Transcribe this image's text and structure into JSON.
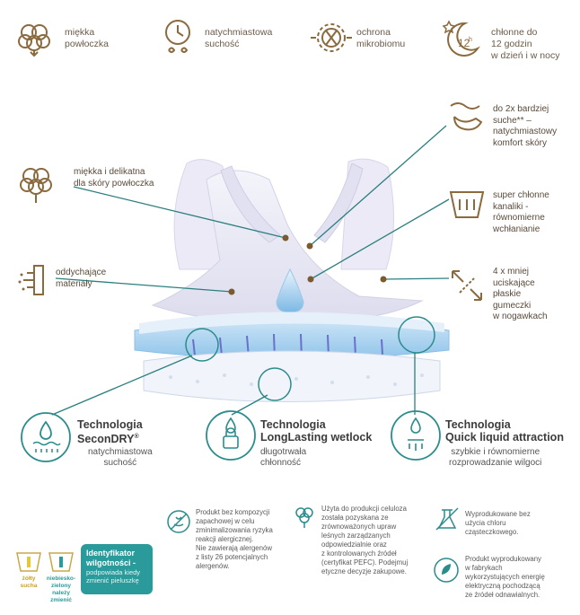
{
  "top_features": [
    {
      "icon": "cotton-icon",
      "text": "miękka\npowłoczka"
    },
    {
      "icon": "clock-drops-icon",
      "text": "natychmiastowa\nsuchość"
    },
    {
      "icon": "dna-gear-icon",
      "text": "ochrona\nmikrobiomu"
    },
    {
      "icon": "moon-12h-icon",
      "text": "chłonne do\n12 godzin\nw dzień i w nocy"
    }
  ],
  "left_callouts": [
    {
      "icon": "cotton-icon",
      "text": "miękka i delikatna\ndla skóry powłoczka"
    },
    {
      "icon": "breathable-icon",
      "text": "oddychające\nmateriały"
    }
  ],
  "right_callouts": [
    {
      "icon": "dry-skin-icon",
      "text": "do 2x bardziej\nsuche** –\nnatychmiastowy\nkomfort skóry"
    },
    {
      "icon": "diaper-channels-icon",
      "text": "super chłonne\nkanaliki -\nrównomierne\nwchłanianie"
    },
    {
      "icon": "elastic-arrows-icon",
      "text": "4 x mniej\nuciskające\npłaskie\ngumeczki\nw nogawkach"
    }
  ],
  "technologies": [
    {
      "title1": "Technologia",
      "title2": "SeconDRY",
      "sup": "®",
      "subtitle": "natychmiastowa\nsuchość"
    },
    {
      "title1": "Technologia",
      "title2": "LongLasting wetlock",
      "sup": "",
      "subtitle": "długotrwała\nchłonność"
    },
    {
      "title1": "Technologia",
      "title2": "Quick liquid attraction",
      "sup": "",
      "subtitle": "szybkie i równomierne\nrozprowadzanie wilgoci"
    }
  ],
  "info": [
    {
      "icon": "no-fragrance-icon",
      "text": "Produkt bez kompozycji\nzapachowej w celu\nzminimalizowania ryzyka\nreakcji alergicznej.\nNie zawierają alergenów\nz listy 26 potencjalnych\nalergenów."
    },
    {
      "icon": "cotton-leaf-icon",
      "text": "Użyta do produkcji celuloza\nzostała pozyskana ze\nzrównoważonych upraw\nleśnych zarządzanych\nodpowiedzialnie oraz\nz kontrolowanych źródeł\n(certyfikat PEFC). Podejmuj\netyczne decyzje zakupowe."
    },
    {
      "icon": "no-chlorine-icon",
      "text": "Wyprodukowane bez\nużycia chloru\ncząsteczkowego."
    },
    {
      "icon": "renewable-energy-icon",
      "text": "Produkt wyprodukowany\nw fabrykach\nwykorzystujących energię\nelektryczną pochodzącą\nze źródeł odnawialnych."
    }
  ],
  "wetness": {
    "label_yellow": "żółty\nsucha",
    "label_blue": "niebiesko-\nzielony\nnależy\nzmienić",
    "title": "Identyfikator\nwilgotności -",
    "subtitle": "podpowiada kiedy\nzmienić pieluszkę",
    "badge_color": "#2b9a9a",
    "yellow": "#e6c63a",
    "blue": "#2b9a9a"
  },
  "colors": {
    "teal": "#2b8c8c",
    "brown": "#8b6a3e"
  }
}
